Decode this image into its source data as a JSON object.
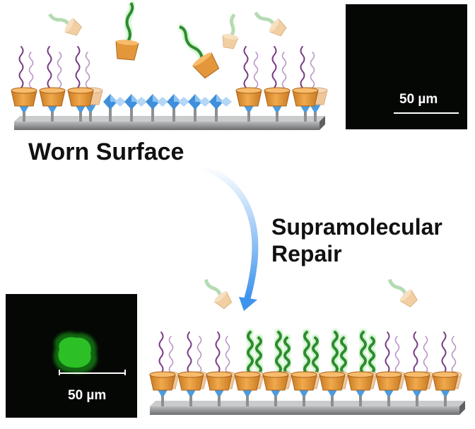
{
  "labels": {
    "worn_surface": "Worn Surface",
    "repair_line1": "Supramolecular",
    "repair_line2": "Repair"
  },
  "micrographs": {
    "top": {
      "scale": "50 µm",
      "background": "#050705"
    },
    "bottom": {
      "scale": "50 µm",
      "background": "#050705",
      "blob_color": "#2fd62a"
    }
  },
  "colors": {
    "host_cup": "#e4973a",
    "host_cup_faded": "#efc79a",
    "anchor": "#4a9bdf",
    "diamond": "#3f8fdc",
    "substrate": "#8e9092",
    "purple_chain": "#7a3c86",
    "green_chain": "#2e8b2e",
    "arrow": "#6fb2f2"
  },
  "icons": [
    "host-cup-icon",
    "guest-chain-icon",
    "diamond-molecule-icon",
    "substrate-bar",
    "repair-arrow-icon"
  ]
}
